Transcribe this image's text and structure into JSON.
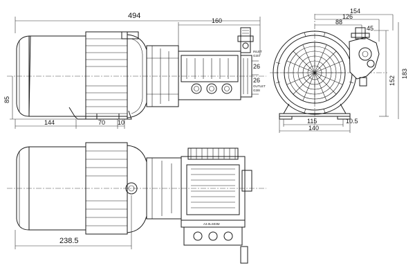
{
  "dimensions": {
    "overall_length": "494",
    "pump_length": "160",
    "height_85": "85",
    "base_144": "144",
    "base_70": "70",
    "base_10": "10",
    "end_width_154": "154",
    "end_width_126": "126",
    "end_width_88": "88",
    "end_width_45": "45",
    "end_height_183": "183",
    "end_height_152": "152",
    "foot_115": "115",
    "foot_140": "140",
    "foot_10_5": "10.5",
    "bottom_length": "238.5",
    "inlet_label": "INLET",
    "outlet_label": "OUTLET",
    "inlet_thread": "G3/4",
    "outlet_thread": "G3/8",
    "plate_text": "A3.0LS03M"
  }
}
